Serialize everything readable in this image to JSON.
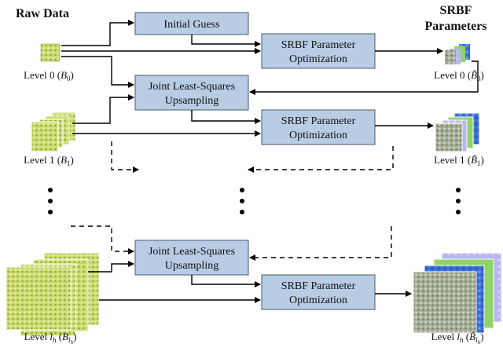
{
  "headings": {
    "raw_data": "Raw Data",
    "srbf_line1": "SRBF",
    "srbf_line2": "Parameters"
  },
  "boxes": {
    "initial_guess": "Initial Guess",
    "srbf_opt_line1": "SRBF Parameter",
    "srbf_opt_line2": "Optimization",
    "jls_line1": "Joint Least-Squares",
    "jls_line2": "Upsampling"
  },
  "levels": {
    "raw": [
      {
        "prefix": "Level 0 (",
        "sym": "B",
        "sub": "0",
        "suffix": ")"
      },
      {
        "prefix": "Level 1 (",
        "sym": "B",
        "sub": "1",
        "suffix": ")"
      },
      {
        "prefix": "Level ",
        "lvl": "l",
        "lvl_sub": "h",
        "mid": " (",
        "sym": "B",
        "sub": "l",
        "subsub": "h",
        "suffix": ")"
      }
    ],
    "srbf": [
      {
        "prefix": "Level 0 (",
        "sym": "B̃",
        "sub": "0",
        "suffix": ")"
      },
      {
        "prefix": "Level 1 (",
        "sym": "B̃",
        "sub": "1",
        "suffix": ")"
      },
      {
        "prefix": "Level ",
        "lvl": "l",
        "lvl_sub": "h",
        "mid": " (",
        "sym": "B̃",
        "sub": "l",
        "subsub": "h",
        "suffix": ")"
      }
    ]
  },
  "colors": {
    "box_fill": "#b8cce4",
    "texture_yellow": "#c9d96a",
    "texture_dark": "#7f8c3a",
    "srbf_blue": "#3c6fd8",
    "srbf_green": "#8fd46a",
    "srbf_lilac": "#b9b7ee"
  }
}
